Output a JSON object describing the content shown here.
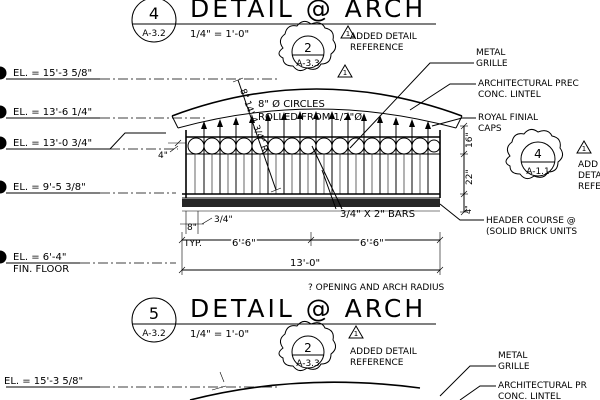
{
  "detail1": {
    "title": "DETAIL @ ARCH",
    "bubble_num": "4",
    "bubble_sheet": "A-3.2",
    "scale": "1/4\" = 1'-0\"",
    "ref_num": "2",
    "ref_sheet": "A-3.3",
    "ref_note_1": "ADDED DETAIL",
    "ref_note_2": "REFERENCE",
    "rev_mark": "1",
    "elevations": [
      "EL. = 15'-3 5/8\"",
      "EL. = 13'-6 1/4\"",
      "EL. = 13'-0 3/4\"",
      "EL. = 9'-5 3/8\"",
      "EL. = 6'-4\""
    ],
    "fin_floor": "FIN. FLOOR",
    "callouts": {
      "metal_1": "METAL",
      "metal_2": "GRILLE",
      "arch_1": "ARCHITECTURAL PREC",
      "arch_2": "CONC. LINTEL",
      "royal_1": "ROYAL FINIAL",
      "royal_2": "CAPS",
      "circles_1": "8\" Ø CIRCLES",
      "circles_2": "ROLLED FROM 1/2\"Ø",
      "bars": "3/4\" X 2\" BARS",
      "header_1": "HEADER COURSE @",
      "header_2": "(SOLID BRICK UNITS"
    },
    "side_bubble": {
      "num": "4",
      "sheet": "A-1.1",
      "rev": "1",
      "note_1": "ADD",
      "note_2": "DETA",
      "note_3": "REFE"
    },
    "dims": {
      "d4": "4\"",
      "d16": "16\"",
      "d22": "22\"",
      "d4b": "4\"",
      "d34": "3/4\"",
      "d8": "8\"",
      "typ": "TYP.",
      "d66a": "6'-6\"",
      "d66b": "6'-6\"",
      "total": "13'-0\"",
      "arc": "8\" 14'-4 3/4\" R",
      "opening": "? OPENING AND ARCH RADIUS"
    }
  },
  "detail2": {
    "title": "DETAIL @ ARCH",
    "bubble_num": "5",
    "bubble_sheet": "A-3.2",
    "scale": "1/4\" = 1'-0\"",
    "ref_num": "2",
    "ref_sheet": "A-3.3",
    "ref_note_1": "ADDED DETAIL",
    "ref_note_2": "REFERENCE",
    "rev_mark": "1",
    "elevation": "EL. = 15'-3 5/8\"",
    "metal_1": "METAL",
    "metal_2": "GRILLE",
    "arch_1": "ARCHITECTURAL PR",
    "arch_2": "CONC. LINTEL"
  }
}
